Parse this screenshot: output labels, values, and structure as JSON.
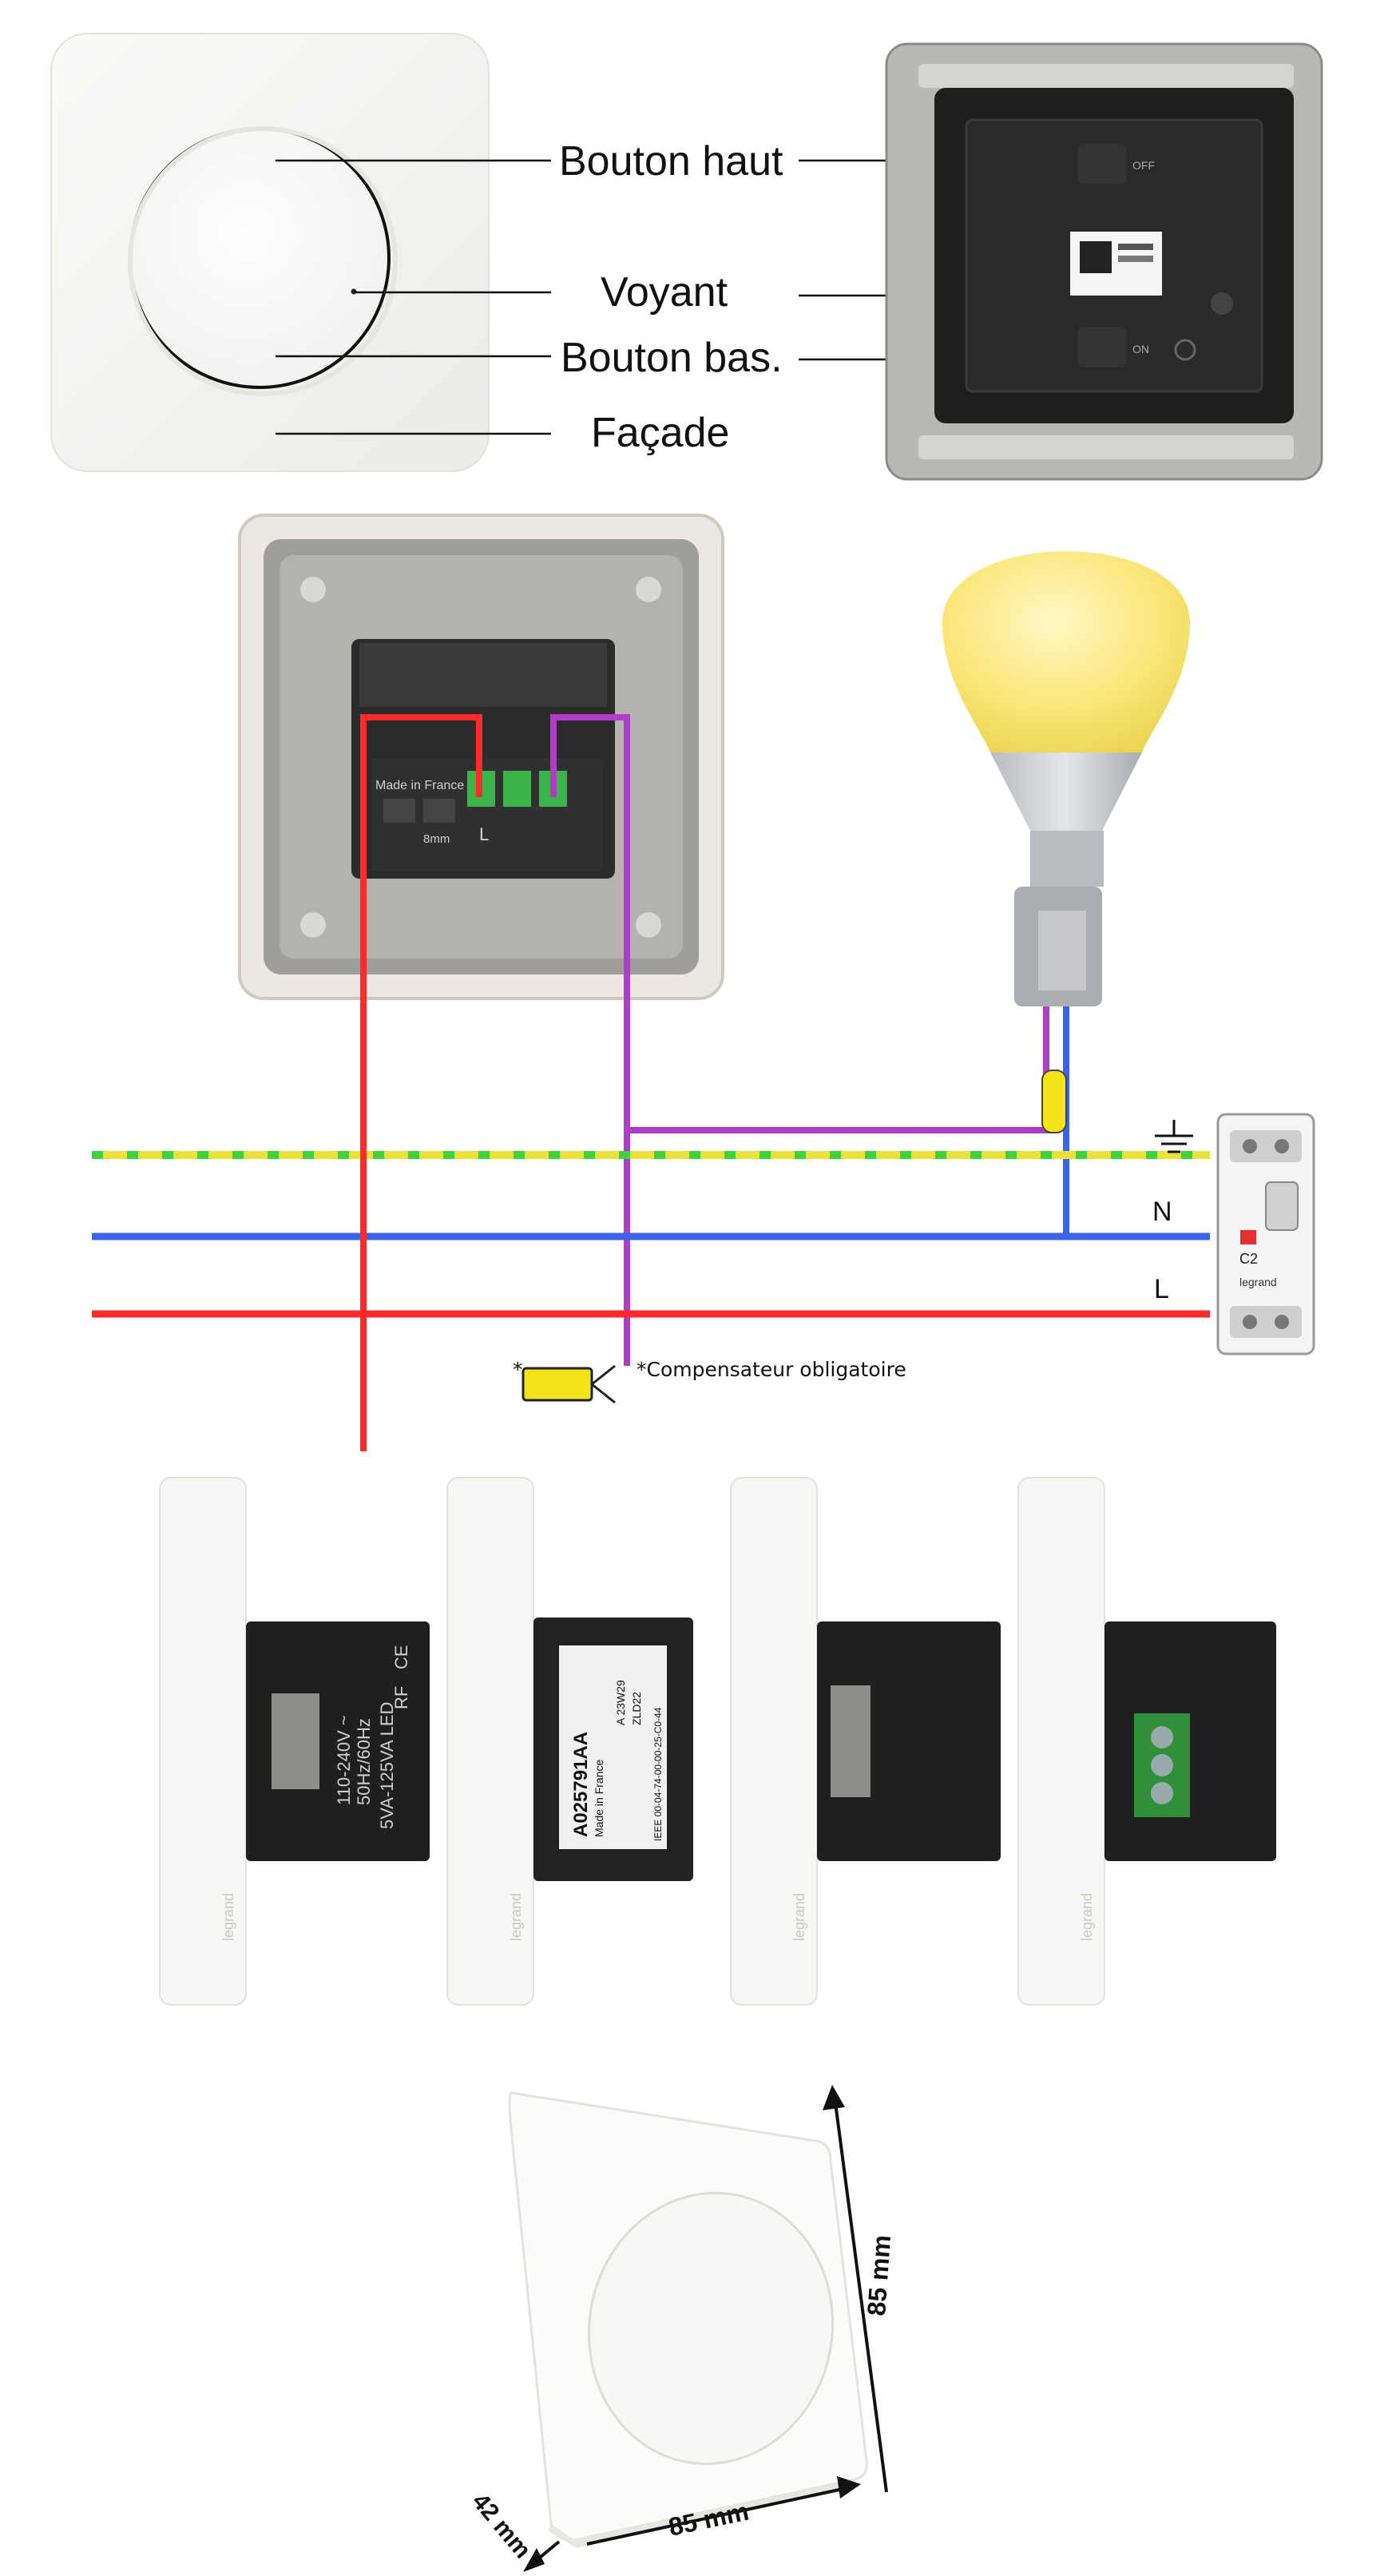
{
  "labels": {
    "bouton_haut": "Bouton haut",
    "voyant": "Voyant",
    "bouton_bas": "Bouton bas.",
    "facade": "Façade"
  },
  "module_print": {
    "made_in_france": "Made in France",
    "strip": "8mm",
    "term_l": "L"
  },
  "wiring": {
    "earth_symbol": "⏚",
    "neutral_label": "N",
    "live_label": "L",
    "breaker_rating": "C2",
    "breaker_brand": "legrand",
    "compensator_note": "*Compensateur obligatoire",
    "compensator_star": "*",
    "colors": {
      "live": "#ff2a2a",
      "neutral": "#3a63e8",
      "switched": "#b03cc8",
      "earth_yellow": "#e8e23a",
      "earth_green": "#3fd23f",
      "compensator": "#f2e31a"
    }
  },
  "side_views": {
    "brand": "legrand",
    "view1": [
      "110-240V ~",
      "50Hz/60Hz",
      "5VA-125VA LED",
      "RF",
      "CE"
    ],
    "view2": [
      "A025791AA",
      "Made in France",
      "A 23W29",
      "ZLD22",
      "IEEE 00-04-74-00-00-25-C0-44"
    ]
  },
  "dimensions": {
    "height": "85 mm",
    "width": "85 mm",
    "depth": "42 mm"
  }
}
